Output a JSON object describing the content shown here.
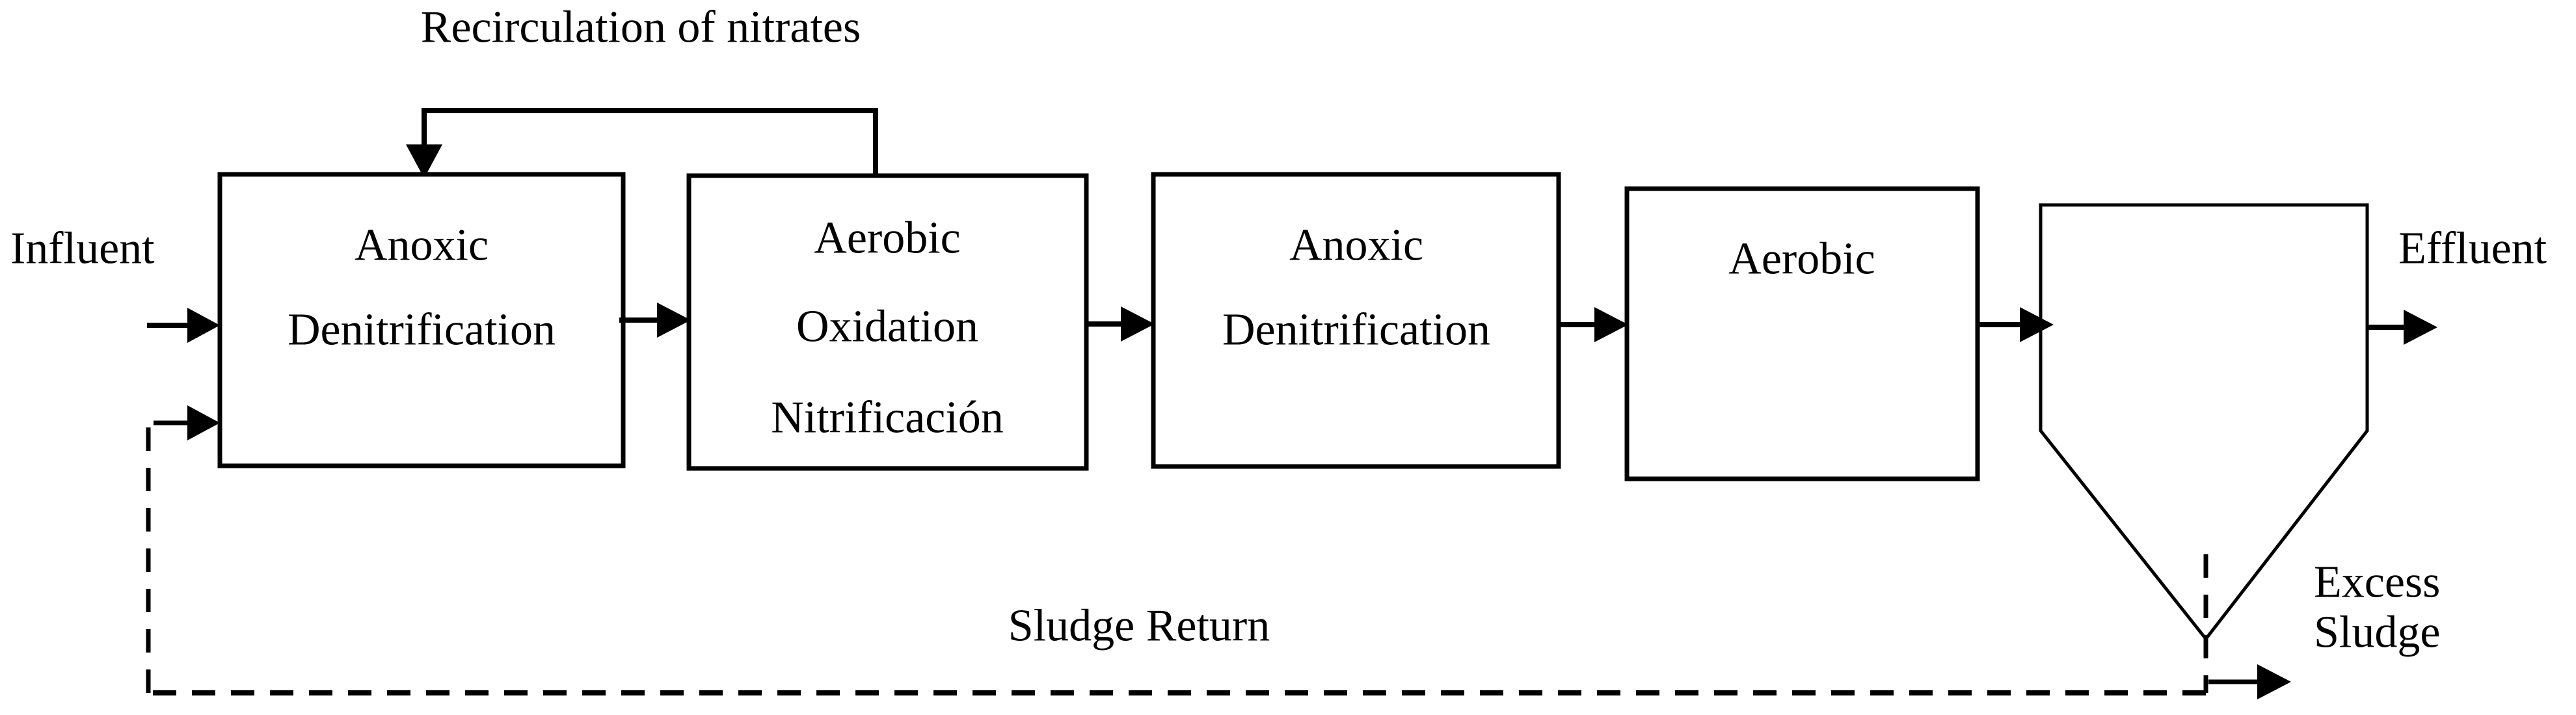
{
  "diagram": {
    "colors": {
      "line": "#000000",
      "background": "#ffffff"
    },
    "recirculation_label": "Recirculation of nitrates",
    "influent_label": "Influent",
    "effluent_label": "Effluent",
    "sludge_return_label": "Sludge Return",
    "excess_sludge_label_line1": "Excess",
    "excess_sludge_label_line2": "Sludge",
    "boxes": [
      {
        "name": "anoxic-denitrification-1",
        "lines": [
          "Anoxic",
          "Denitrification"
        ]
      },
      {
        "name": "aerobic-oxidation-nitrification",
        "lines": [
          "Aerobic",
          "Oxidation",
          "Nitrificación"
        ]
      },
      {
        "name": "anoxic-denitrification-2",
        "lines": [
          "Anoxic",
          "Denitrification"
        ]
      },
      {
        "name": "aerobic-2",
        "lines": [
          "Aerobic"
        ]
      },
      {
        "name": "secondary-clarifier",
        "lines": []
      }
    ]
  }
}
